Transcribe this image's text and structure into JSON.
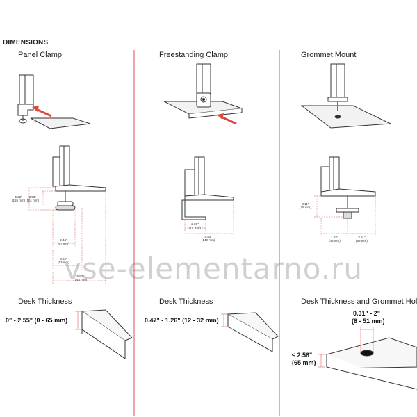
{
  "heading": "DIMENSIONS",
  "columns": [
    {
      "title": "Panel Clamp"
    },
    {
      "title": "Freestanding Clamp"
    },
    {
      "title": "Grommet Mount"
    }
  ],
  "desk": [
    {
      "title": "Desk Thickness",
      "range": "0\" - 2.55\" (0 - 65 mm)"
    },
    {
      "title": "Desk Thickness",
      "range": "0.47\" - 1.26\" (12 - 32 mm)"
    },
    {
      "title": "Desk Thickness and Grommet Hole",
      "hole_range": "0.31\" - 2\"",
      "hole_range_mm": "(8 - 51 mm)",
      "thickness": "≤ 2.56\"",
      "thickness_mm": "(65 mm)"
    }
  ],
  "panel_dims": {
    "d1": "5.32\"",
    "d1_mm": "(135 mm)",
    "d2": "3.98\"",
    "d2_mm": "(101 mm)",
    "d3": "2.44\"",
    "d3_mm": "(67 mm)",
    "d4": "3.66\"",
    "d4_mm": "(93 mm)",
    "d5": "5.83\"",
    "d5_mm": "(148 mm)"
  },
  "free_dims": {
    "d1": "2.93\"",
    "d1_mm": "(74 mm)",
    "d2": "5.54\"",
    "d2_mm": "(140 mm)"
  },
  "grommet_dims": {
    "d1": "3.11\"",
    "d1_mm": "(79 mm)",
    "d2": "1.82\"",
    "d2_mm": "(46 mm)",
    "d3": "3.91\"",
    "d3_mm": "(99 mm)"
  },
  "watermark": "vse-elementarno.ru",
  "colors": {
    "divider": "#d9534f",
    "arrow": "#e0463c",
    "dimension": "#e88a82",
    "line": "#333333"
  }
}
